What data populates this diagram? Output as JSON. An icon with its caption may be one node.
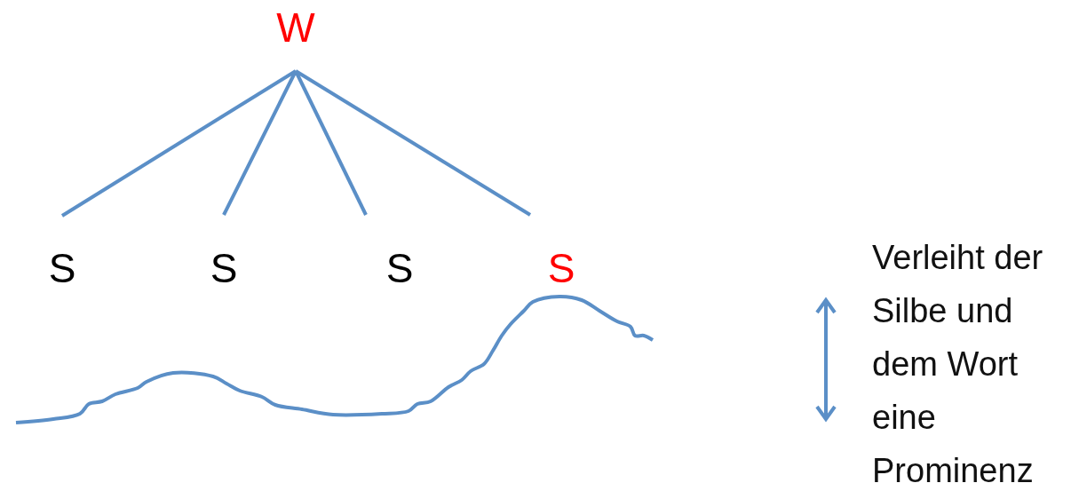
{
  "diagram": {
    "nodes": [
      {
        "text": [
          "W"
        ]
      },
      {
        "text": [
          "S"
        ]
      },
      {
        "text": [
          "S"
        ]
      },
      {
        "text": [
          "S"
        ]
      },
      {
        "text": [
          "S"
        ]
      }
    ],
    "edges": [
      {
        "from": 0,
        "to": 1,
        "arrow": "none"
      },
      {
        "from": 0,
        "to": 2,
        "arrow": "none"
      },
      {
        "from": 0,
        "to": 3,
        "arrow": "none"
      },
      {
        "from": 0,
        "to": 4,
        "arrow": "none"
      }
    ],
    "labels": [
      "Verleiht der Silbe und dem Wort eine Prominenz"
    ]
  }
}
